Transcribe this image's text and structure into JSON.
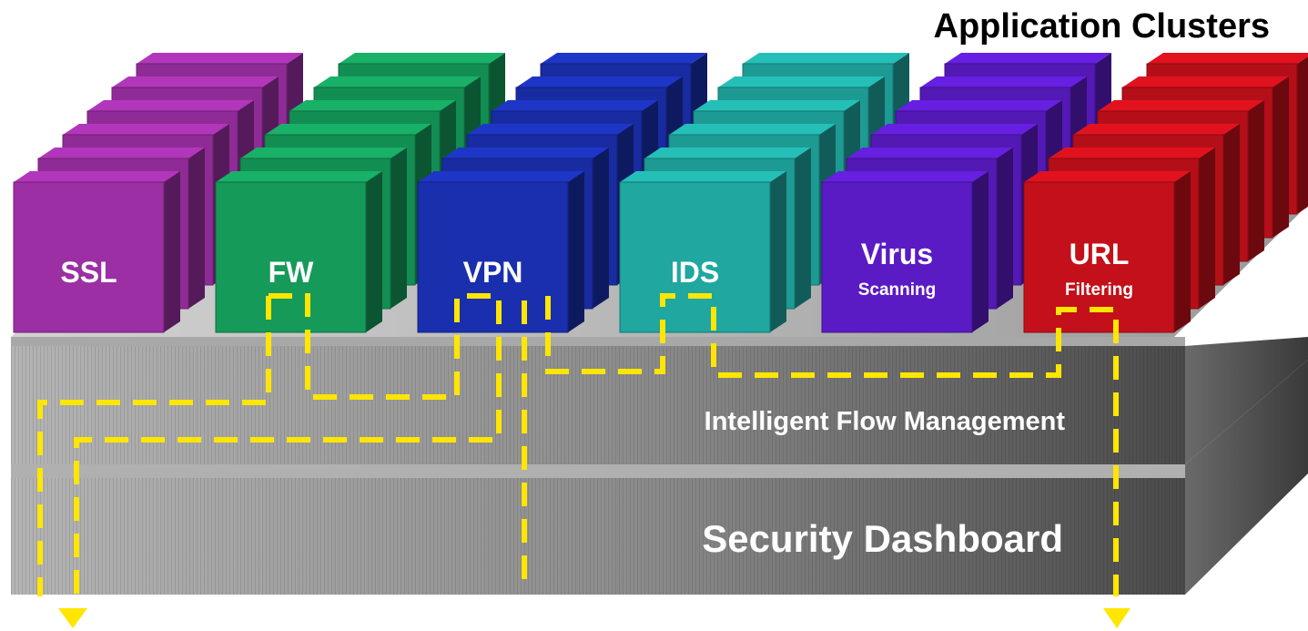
{
  "title": "Application Clusters",
  "layers": {
    "flow": "Intelligent Flow Management",
    "dashboard": "Security Dashboard"
  },
  "clusters": [
    {
      "label": "SSL",
      "sublabel": "",
      "color": "#9b2fa3"
    },
    {
      "label": "FW",
      "sublabel": "",
      "color": "#159a5a"
    },
    {
      "label": "VPN",
      "sublabel": "",
      "color": "#1a2fae"
    },
    {
      "label": "IDS",
      "sublabel": "",
      "color": "#1fa7a0"
    },
    {
      "label": "Virus",
      "sublabel": "Scanning",
      "color": "#5a1bc4"
    },
    {
      "label": "URL",
      "sublabel": "Filtering",
      "color": "#c4101a"
    }
  ],
  "flow_color": "#ffe600"
}
